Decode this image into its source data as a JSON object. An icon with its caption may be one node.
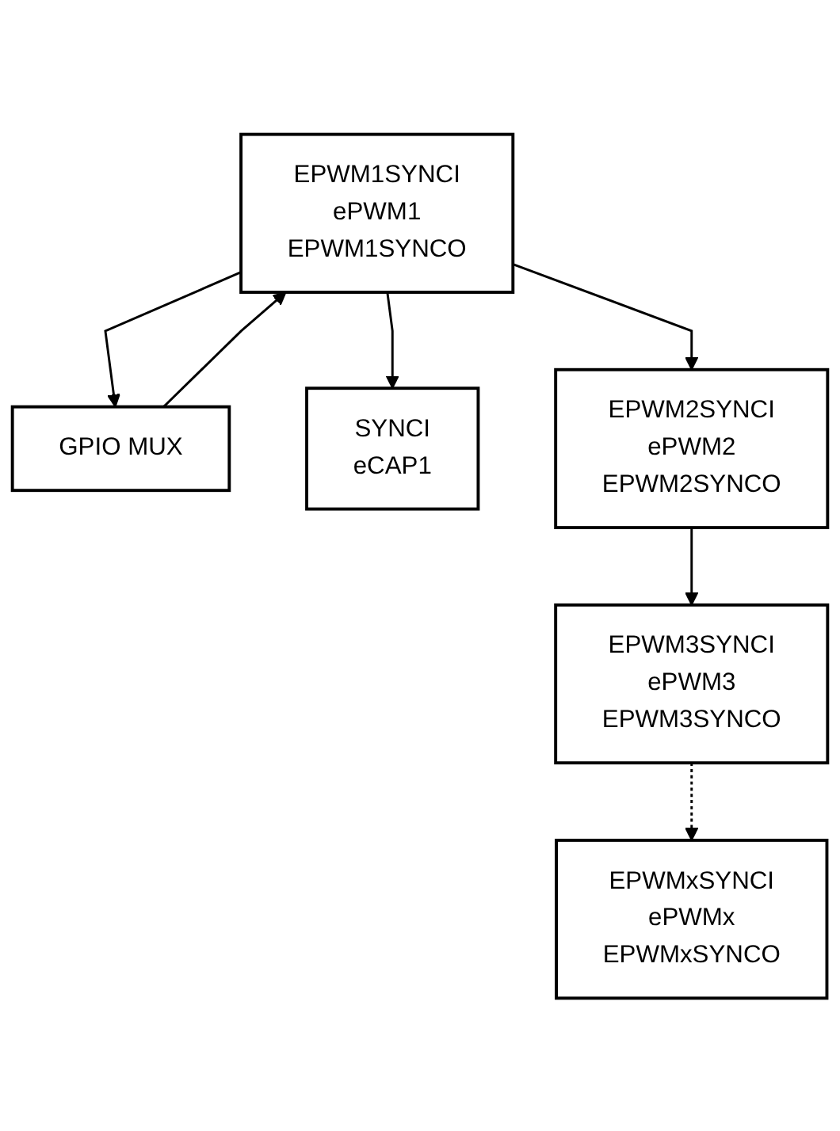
{
  "diagram": {
    "nodes": [
      {
        "text": [
          "EPWM1SYNCI",
          "ePWM1",
          "EPWM1SYNCO"
        ]
      },
      {
        "text": [
          "GPIO MUX"
        ]
      },
      {
        "text": [
          "SYNCI",
          "eCAP1"
        ]
      },
      {
        "text": [
          "EPWM2SYNCI",
          "ePWM2",
          "EPWM2SYNCO"
        ]
      },
      {
        "text": [
          "EPWM3SYNCI",
          "ePWM3",
          "EPWM3SYNCO"
        ]
      },
      {
        "text": [
          "EPWMxSYNCI",
          "ePWMx",
          "EPWMxSYNCO"
        ]
      }
    ],
    "edges": [
      {
        "from": 1,
        "to": 0,
        "arrow": "to"
      },
      {
        "from": 0,
        "to": 2,
        "arrow": "to"
      },
      {
        "from": 0,
        "to": 3,
        "arrow": "to"
      },
      {
        "from": 0,
        "to": 1,
        "arrow": "to"
      },
      {
        "from": 3,
        "to": 4,
        "arrow": "to"
      },
      {
        "from": 4,
        "to": 5,
        "arrow": "to",
        "style": "dashed"
      }
    ]
  }
}
